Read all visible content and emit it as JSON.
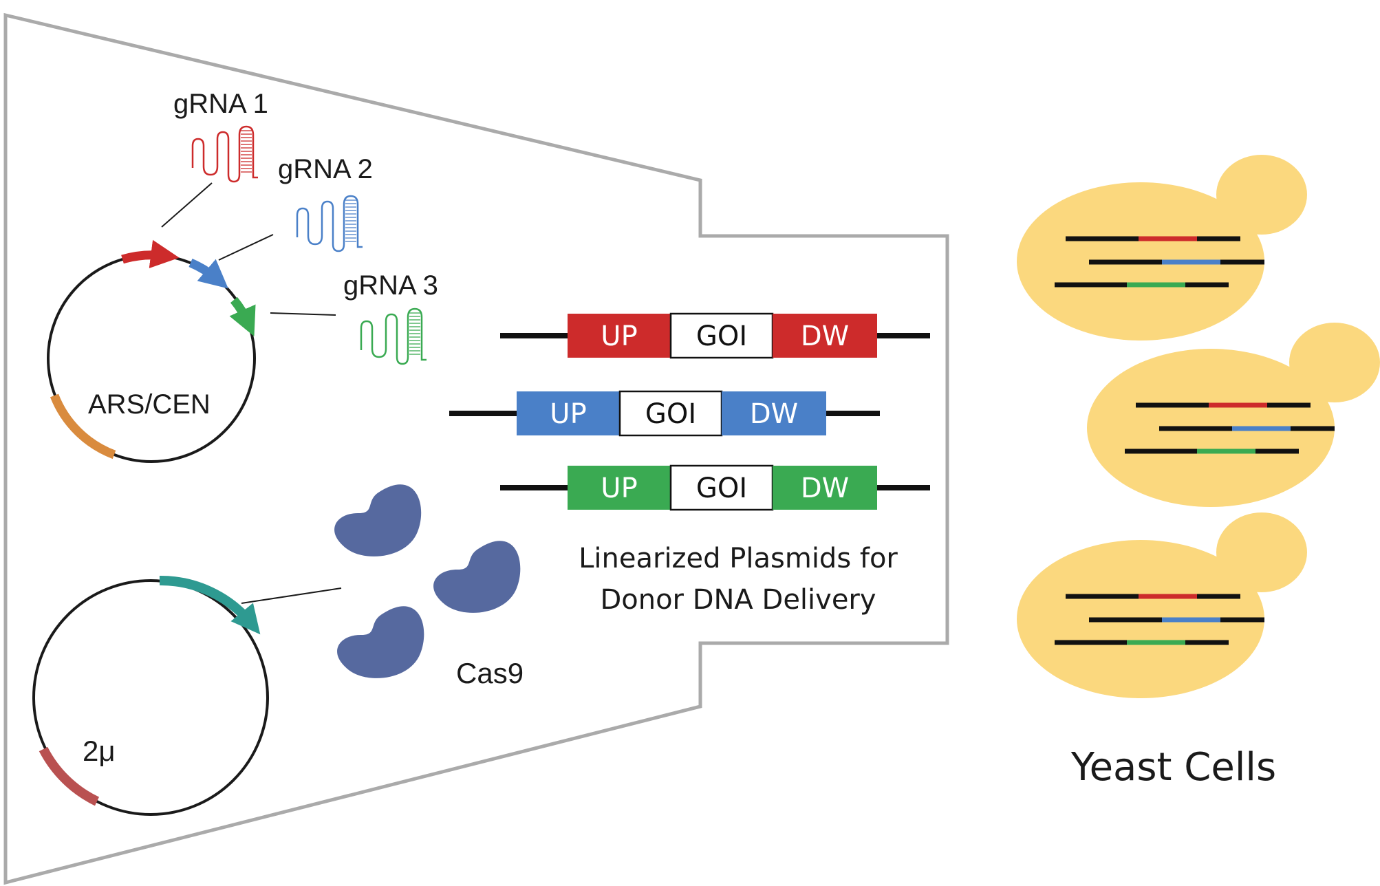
{
  "plasmid1": {
    "marker_label": "ARS/CEN",
    "grnas": [
      "gRNA 1",
      "gRNA 2",
      "gRNA 3"
    ]
  },
  "plasmid2": {
    "marker_label": "2μ"
  },
  "protein_label": "Cas9",
  "donors": [
    {
      "up": "UP",
      "goi": "GOI",
      "dw": "DW",
      "color": "#cd2b2b"
    },
    {
      "up": "UP",
      "goi": "GOI",
      "dw": "DW",
      "color": "#4a80c8"
    },
    {
      "up": "UP",
      "goi": "GOI",
      "dw": "DW",
      "color": "#3aaa52"
    }
  ],
  "donor_caption": [
    "Linearized Plasmids for",
    "Donor DNA Delivery"
  ],
  "yeast_label": "Yeast Cells",
  "colors": {
    "red": "#cd2b2b",
    "blue": "#4a80c8",
    "green": "#3aaa52",
    "orange": "#d98b3e",
    "teal": "#2e9a91",
    "darkred": "#b95151",
    "cas9": "#56699f",
    "yeast": "#fbd87e",
    "frame": "#aaaaaa"
  }
}
